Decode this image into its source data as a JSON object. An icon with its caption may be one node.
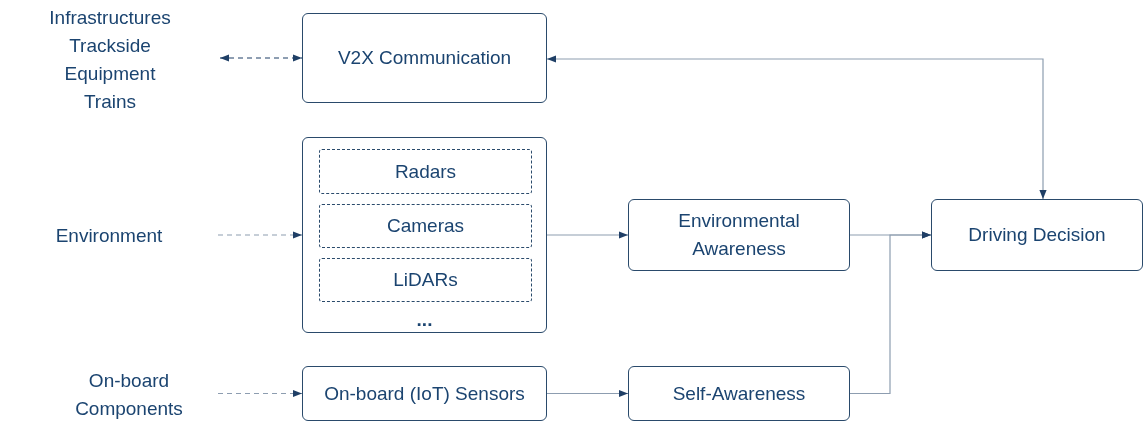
{
  "diagram": {
    "nodes": [
      {
        "text": [
          "Infrastructures Trackside Equipment Trains"
        ]
      },
      {
        "text": [
          "V2X Communication"
        ]
      },
      {
        "text": [
          "..."
        ]
      },
      {
        "text": [
          "Radars"
        ],
        "in": 2
      },
      {
        "text": [
          "Cameras"
        ],
        "in": 2
      },
      {
        "text": [
          "LiDARs"
        ],
        "in": 2
      },
      {
        "text": [
          "Environment"
        ]
      },
      {
        "text": [
          "Environmental Awareness"
        ]
      },
      {
        "text": [
          "Driving Decision"
        ]
      },
      {
        "text": [
          "On-board Components"
        ]
      },
      {
        "text": [
          "On-board (IoT) Sensors"
        ]
      },
      {
        "text": [
          "Self-Awareness"
        ]
      }
    ],
    "edges": [
      {
        "from": 0,
        "to": 1,
        "arrow": "both",
        "style": "dashed",
        "color": "#1f3f66"
      },
      {
        "from": 6,
        "to": 2,
        "arrow": "to",
        "style": "dashed"
      },
      {
        "from": 2,
        "to": 7,
        "arrow": "to"
      },
      {
        "from": 7,
        "to": 8,
        "arrow": "to"
      },
      {
        "from": 11,
        "to": 8,
        "arrow": "to"
      },
      {
        "from": 9,
        "to": 10,
        "arrow": "to",
        "style": "dashed"
      },
      {
        "from": 10,
        "to": 11,
        "arrow": "to"
      },
      {
        "from": 8,
        "to": 1,
        "arrow": "both"
      }
    ]
  }
}
